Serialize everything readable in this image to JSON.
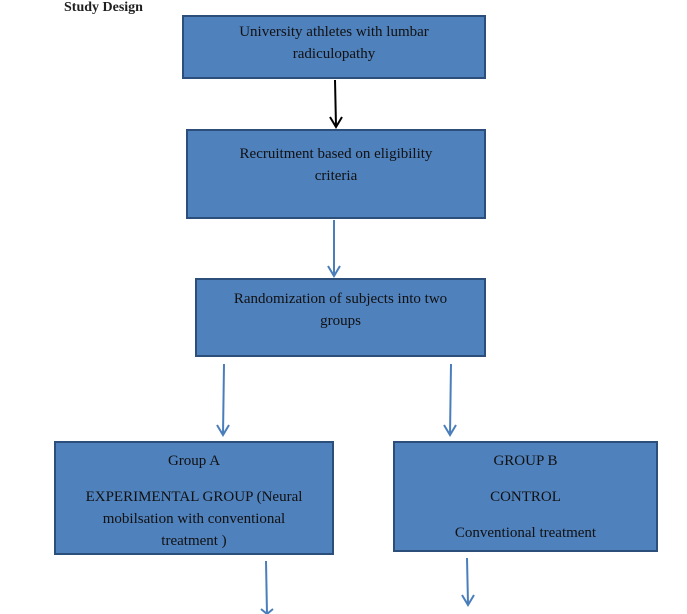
{
  "heading": "Study Design",
  "boxes": {
    "athletes": {
      "line1": "University athletes with lumbar",
      "line2": "radiculopathy"
    },
    "recruitment": {
      "line1": "Recruitment based on eligibility",
      "line2": "criteria"
    },
    "randomization": {
      "line1": "Randomization of subjects into two",
      "line2": "groups"
    },
    "group_a": {
      "title": "Group A",
      "line1": "EXPERIMENTAL GROUP (Neural",
      "line2": "mobilsation with conventional",
      "line3": "treatment )"
    },
    "group_b": {
      "title": "GROUP B",
      "line1": "CONTROL",
      "line2": "Conventional treatment"
    }
  },
  "colors": {
    "box_fill": "#4f81bd",
    "box_border": "#2b4f7a",
    "arrow_black": "#000000",
    "arrow_blue": "#4a7ebb"
  }
}
